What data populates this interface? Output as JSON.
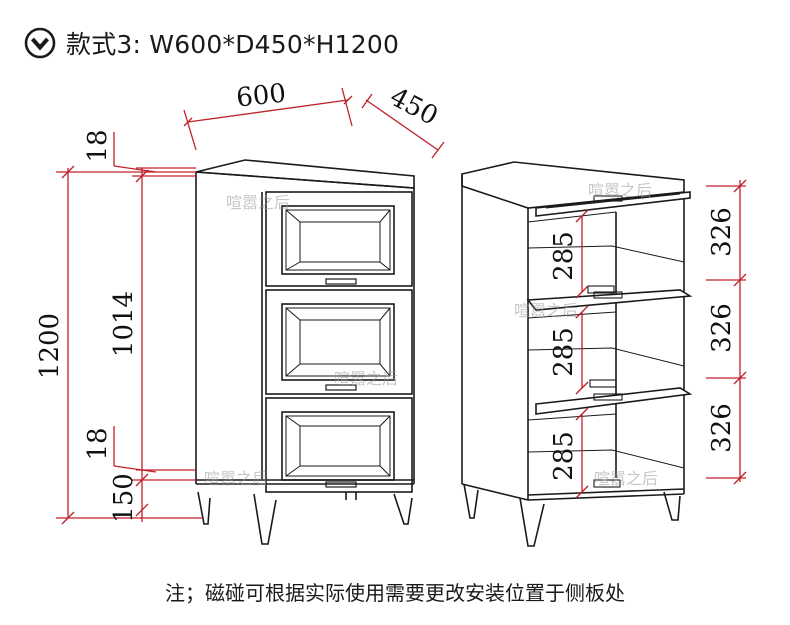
{
  "header": {
    "icon": "chevron-down-circle-icon",
    "title": "款式3: W600*D450*H1200"
  },
  "dimensions": {
    "width": "600",
    "depth": "450",
    "total_height": "1200",
    "body_height": "1014",
    "top_panel": "18",
    "bottom_panel": "18",
    "leg_height": "150",
    "compartment_1": "326",
    "compartment_2": "326",
    "compartment_3": "326",
    "magnet_height_1": "285",
    "magnet_height_2": "285",
    "magnet_height_3": "285"
  },
  "watermark": "喧嚣之后",
  "note": "注；磁碰可根据实际使用需要更改安装位置于侧板处",
  "colors": {
    "dimension_line": "#c0202a",
    "outline": "#1a1a1a"
  }
}
